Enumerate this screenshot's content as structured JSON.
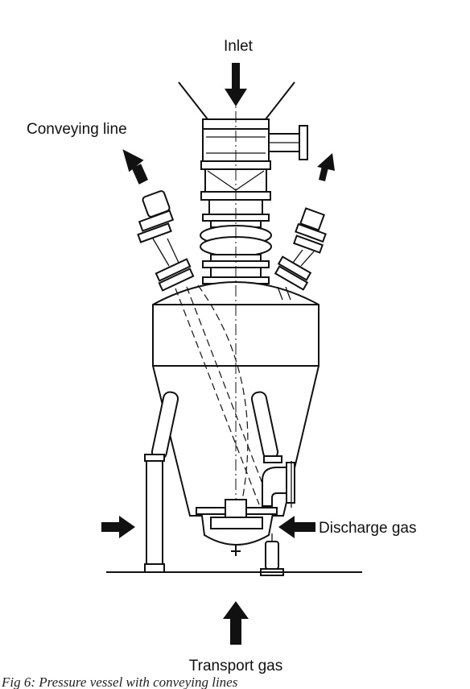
{
  "labels": {
    "inlet": "Inlet",
    "conveying_line": "Conveying line",
    "discharge_gas": "Discharge gas",
    "transport_gas": "Transport gas"
  },
  "caption": "Fig 6: Pressure vessel with conveying lines"
}
